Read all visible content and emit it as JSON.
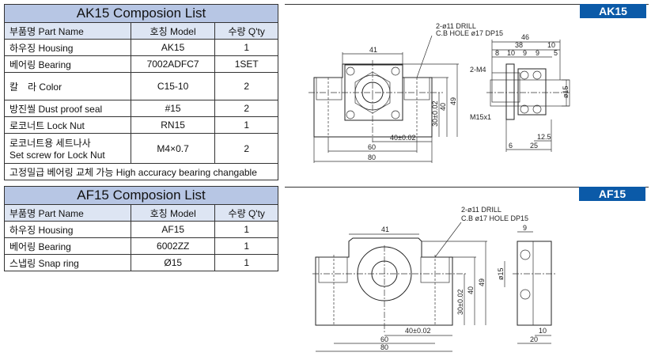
{
  "ak_table": {
    "title": "AK15 Composion List",
    "headers": [
      "부품명 Part Name",
      "호칭 Model",
      "수량 Q'ty"
    ],
    "rows": [
      {
        "part": "하우징 Housing",
        "model": "AK15",
        "qty": "1"
      },
      {
        "part": "베어링 Bearing",
        "model": "7002ADFC7",
        "qty": "1SET"
      },
      {
        "part": "칼　라 Color",
        "model": "C15-10",
        "qty": "2"
      },
      {
        "part": "방진씰 Dust proof seal",
        "model": "#15",
        "qty": "2"
      },
      {
        "part": "로코너트 Lock Nut",
        "model": "RN15",
        "qty": "1"
      },
      {
        "part_line1": "로코너트용 세트나사",
        "part_line2": "Set screw for Lock Nut",
        "model": "M4×0.7",
        "qty": "2"
      }
    ],
    "footer": "고정밀급 베어링 교체 가능 High accuracy bearing changable"
  },
  "af_table": {
    "title": "AF15 Composion List",
    "headers": [
      "부품명 Part Name",
      "호칭 Model",
      "수량 Q'ty"
    ],
    "rows": [
      {
        "part": "하우징 Housing",
        "model": "AF15",
        "qty": "1"
      },
      {
        "part": "베어링 Bearing",
        "model": "6002ZZ",
        "qty": "1"
      },
      {
        "part": "스냅링 Snap ring",
        "model": "Ø15",
        "qty": "1"
      }
    ]
  },
  "ak_drawing": {
    "badge": "AK15",
    "note_line1": "2-ø11 DRILL",
    "note_line2": "C.B HOLE ø17 DP15",
    "dims": {
      "w41": "41",
      "w80": "80",
      "w60": "60",
      "w40": "40±0.02",
      "h30": "30±0.02",
      "h40": "40",
      "h49": "49",
      "s46": "46",
      "s38": "38",
      "s10a": "10",
      "s8": "8",
      "s10b": "10",
      "s9a": "9",
      "s9b": "9",
      "s5": "5",
      "m4": "2-M4",
      "m15": "M15x1",
      "d15": "ø15",
      "s12_5": "12.5",
      "s6": "6",
      "s25": "25"
    }
  },
  "af_drawing": {
    "badge": "AF15",
    "note_line1": "2-ø11 DRILL",
    "note_line2": "C.B ø17 HOLE DP15",
    "dims": {
      "w41": "41",
      "w80": "80",
      "w60": "60",
      "w40": "40±0.02",
      "h30": "30±0.02",
      "h40": "40",
      "h49": "49",
      "s9": "9",
      "d15": "ø15",
      "s10": "10",
      "s20": "20"
    },
    "accent": "#0b5aa8"
  }
}
